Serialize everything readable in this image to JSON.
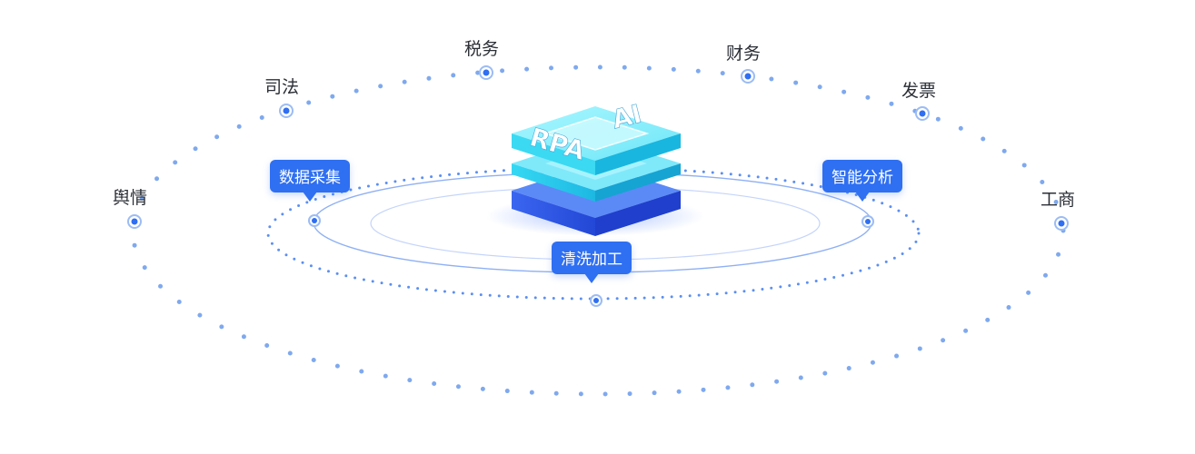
{
  "outer_nodes": [
    {
      "id": "yuqing",
      "label": "舆情"
    },
    {
      "id": "sifa",
      "label": "司法"
    },
    {
      "id": "shuiwu",
      "label": "税务"
    },
    {
      "id": "caiwu",
      "label": "财务"
    },
    {
      "id": "fapiao",
      "label": "发票"
    },
    {
      "id": "gongshang",
      "label": "工商"
    }
  ],
  "inner_stages": [
    {
      "id": "collect",
      "label": "数据采集"
    },
    {
      "id": "clean",
      "label": "清洗加工"
    },
    {
      "id": "analyze",
      "label": "智能分析"
    }
  ],
  "center": {
    "label_rpa": "RPA",
    "label_ai": "AI"
  },
  "colors": {
    "accent": "#2f6ff2",
    "dot": "#7fa9ee",
    "cyan_top": "#7ff0fb",
    "cyan_mid": "#33d3f0",
    "blue_base": "#3d6cf5"
  }
}
